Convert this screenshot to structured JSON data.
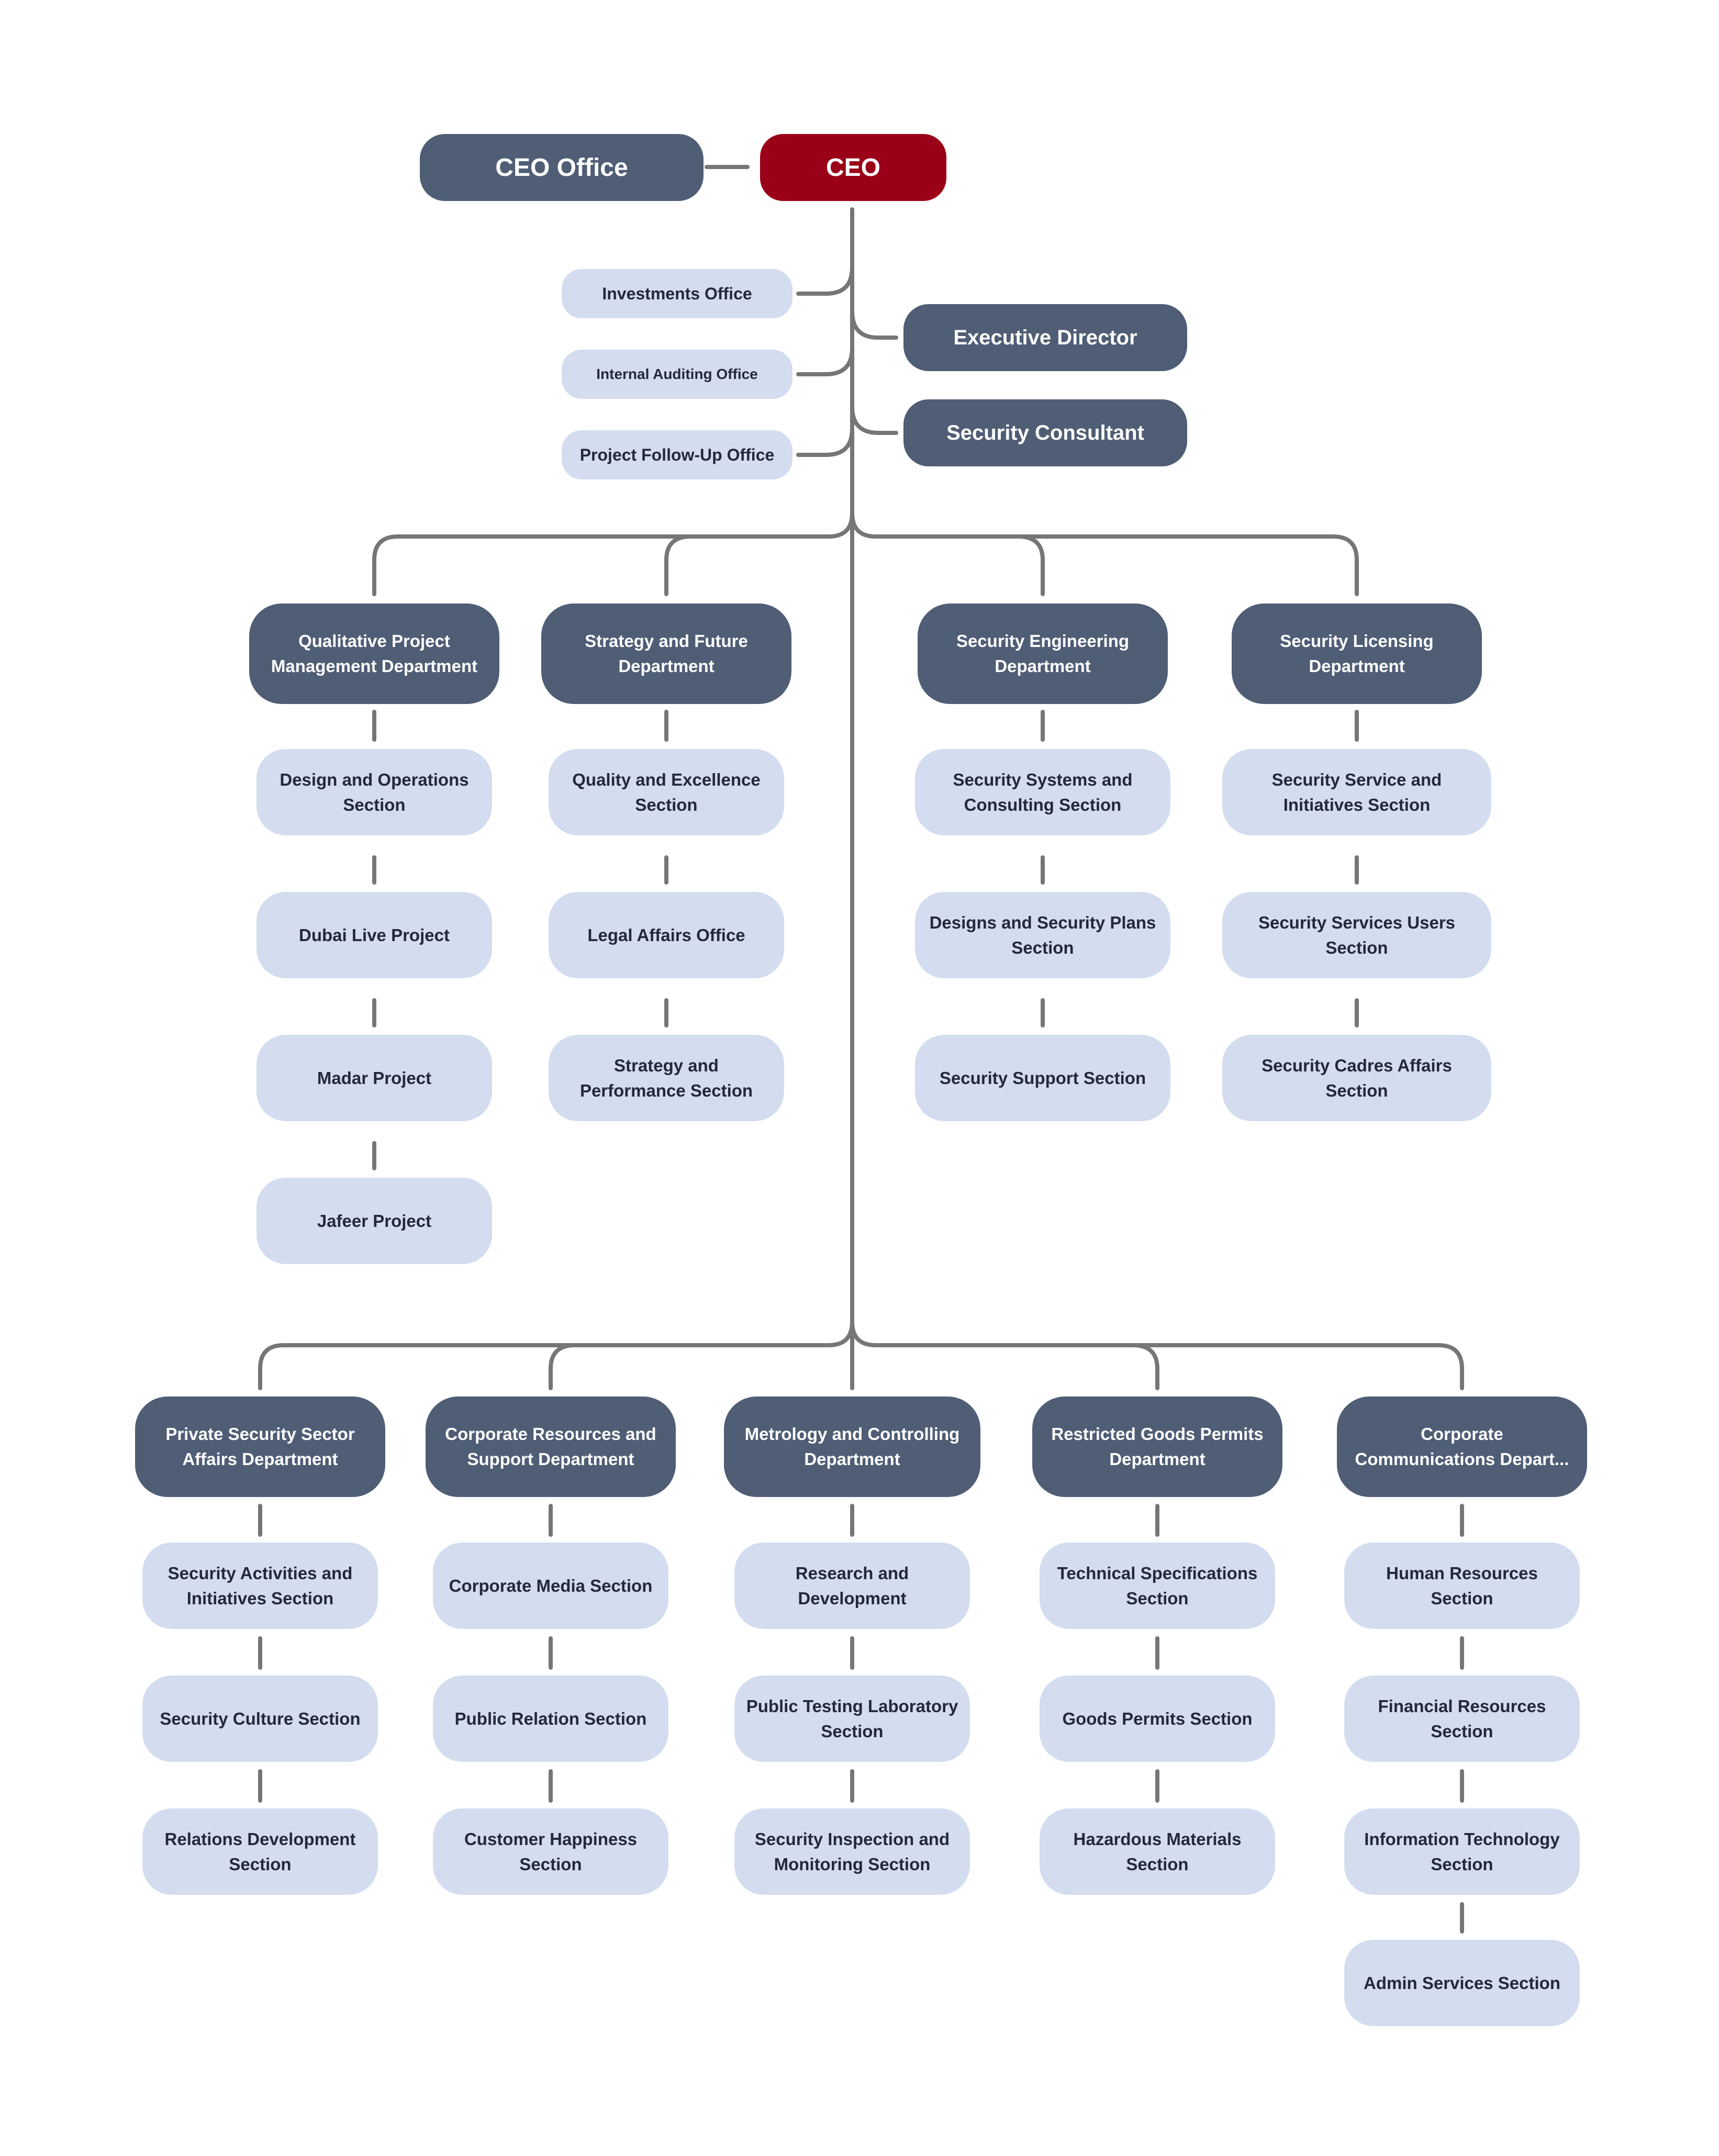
{
  "colors": {
    "ceo": "#9a0018",
    "dark_node": "#4f5d75",
    "light_node": "#d3ddef",
    "connector": "#767676"
  },
  "executive": {
    "ceo_office": "CEO Office",
    "ceo": "CEO",
    "executive_director": "Executive Director",
    "security_consultant": "Security Consultant"
  },
  "offices": [
    "Investments Office",
    "Internal Auditing Office",
    "Project Follow-Up Office"
  ],
  "upper_departments": [
    {
      "name": "Qualitative Project Management Department",
      "sections": [
        "Design and Operations Section",
        "Dubai Live Project",
        "Madar Project",
        "Jafeer Project"
      ]
    },
    {
      "name": "Strategy and Future Department",
      "sections": [
        "Quality and Excellence Section",
        "Legal Affairs Office",
        "Strategy and Performance Section"
      ]
    },
    {
      "name": "Security Engineering Department",
      "sections": [
        "Security Systems and Consulting Section",
        "Designs and Security Plans Section",
        "Security Support Section"
      ]
    },
    {
      "name": "Security Licensing Department",
      "sections": [
        "Security Service and Initiatives Section",
        "Security Services Users Section",
        "Security Cadres Affairs Section"
      ]
    }
  ],
  "lower_departments": [
    {
      "name": "Private Security Sector Affairs Department",
      "sections": [
        "Security Activities and Initiatives Section",
        "Security Culture Section",
        "Relations Development Section"
      ]
    },
    {
      "name": "Corporate Resources and Support Department",
      "sections": [
        "Corporate Media Section",
        "Public Relation Section",
        "Customer Happiness Section"
      ]
    },
    {
      "name": "Metrology and Controlling Department",
      "sections": [
        "Research and Development",
        "Public Testing Laboratory Section",
        "Security Inspection and Monitoring Section"
      ]
    },
    {
      "name": "Restricted Goods Permits Department",
      "sections": [
        "Technical Specifications Section",
        "Goods Permits Section",
        "Hazardous Materials Section"
      ]
    },
    {
      "name": "Corporate Communications Depart...",
      "sections": [
        "Human Resources Section",
        "Financial Resources Section",
        "Information Technology Section",
        "Admin Services Section"
      ]
    }
  ]
}
